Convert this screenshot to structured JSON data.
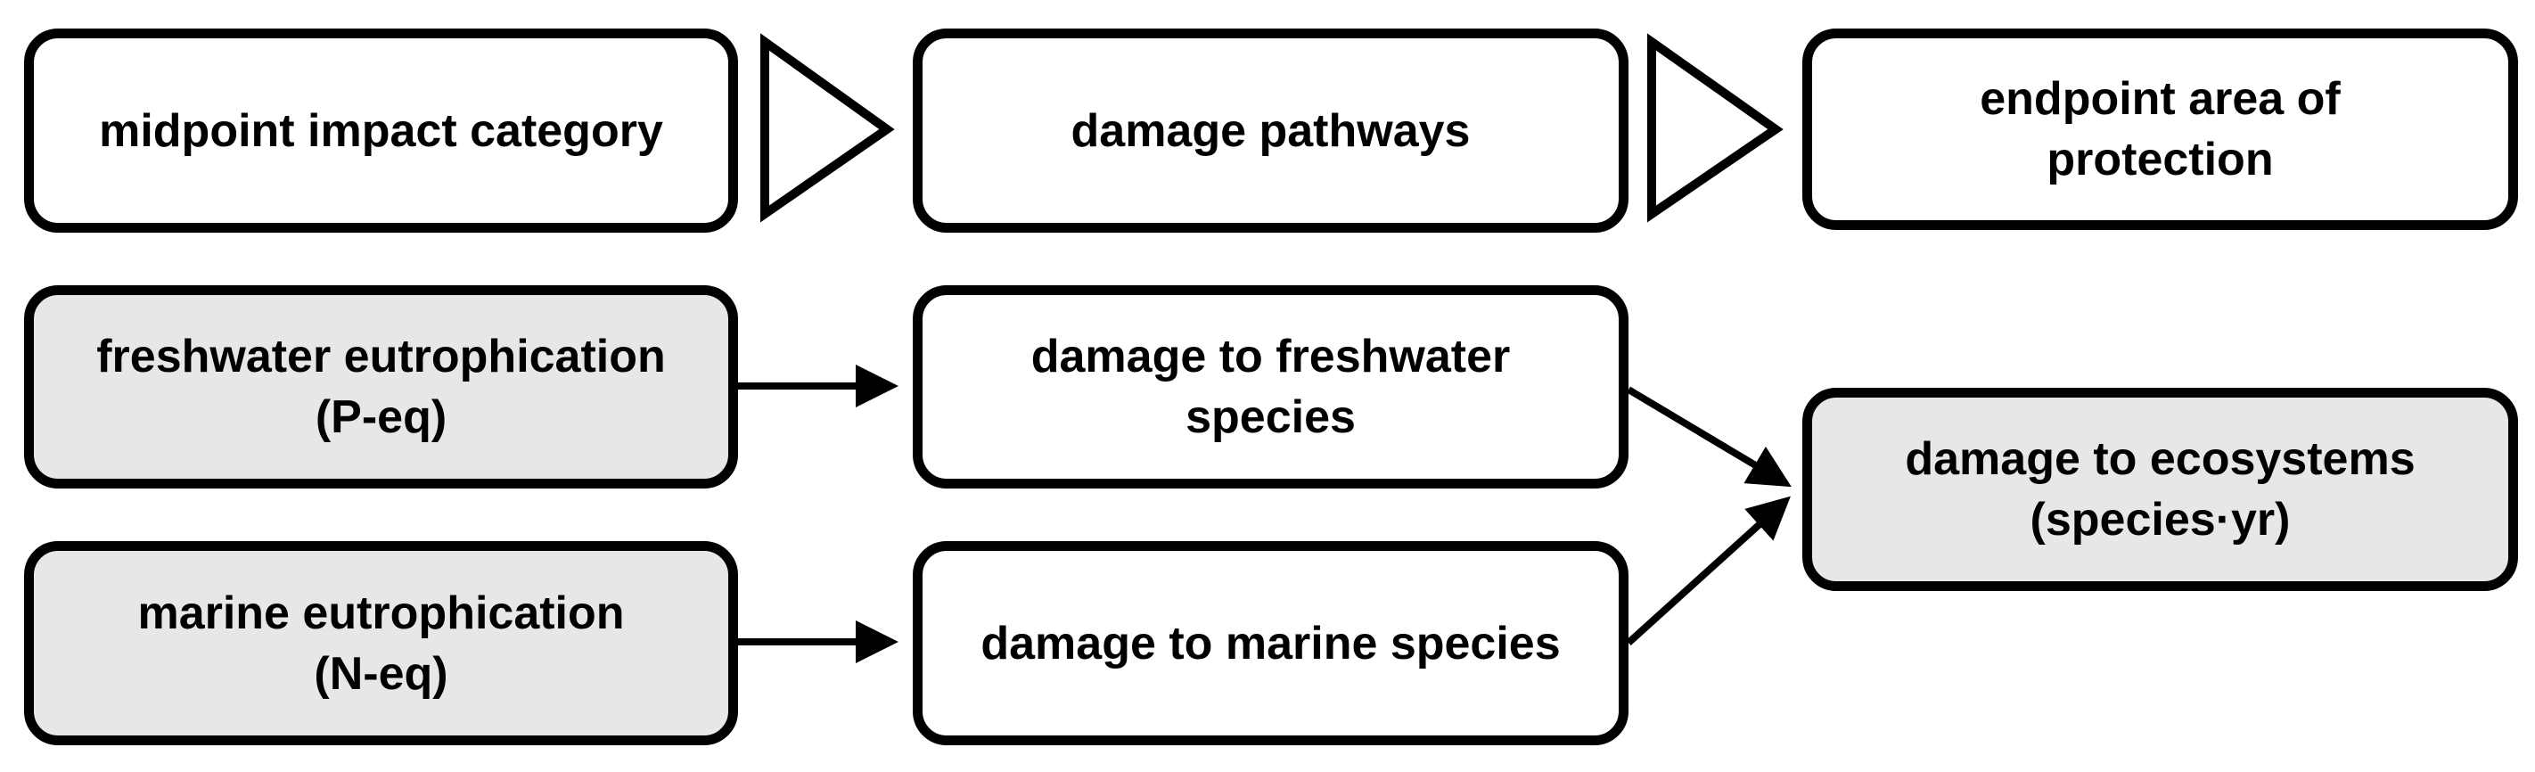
{
  "header": {
    "midpoint": "midpoint impact category",
    "pathways": "damage pathways",
    "endpoint_line1": "endpoint area of",
    "endpoint_line2": "protection"
  },
  "midpoints": {
    "freshwater_line1": "freshwater eutrophication",
    "freshwater_line2": "(P-eq)",
    "marine_line1": "marine eutrophication",
    "marine_line2": "(N-eq)"
  },
  "pathways": {
    "freshwater_line1": "damage to freshwater",
    "freshwater_line2": "species",
    "marine": "damage to marine species"
  },
  "endpoint": {
    "line1": "damage to ecosystems",
    "line2": "(species·yr)"
  },
  "colors": {
    "stroke": "#000000",
    "shaded_fill": "#e7e7e7",
    "plain_fill": "#ffffff"
  }
}
